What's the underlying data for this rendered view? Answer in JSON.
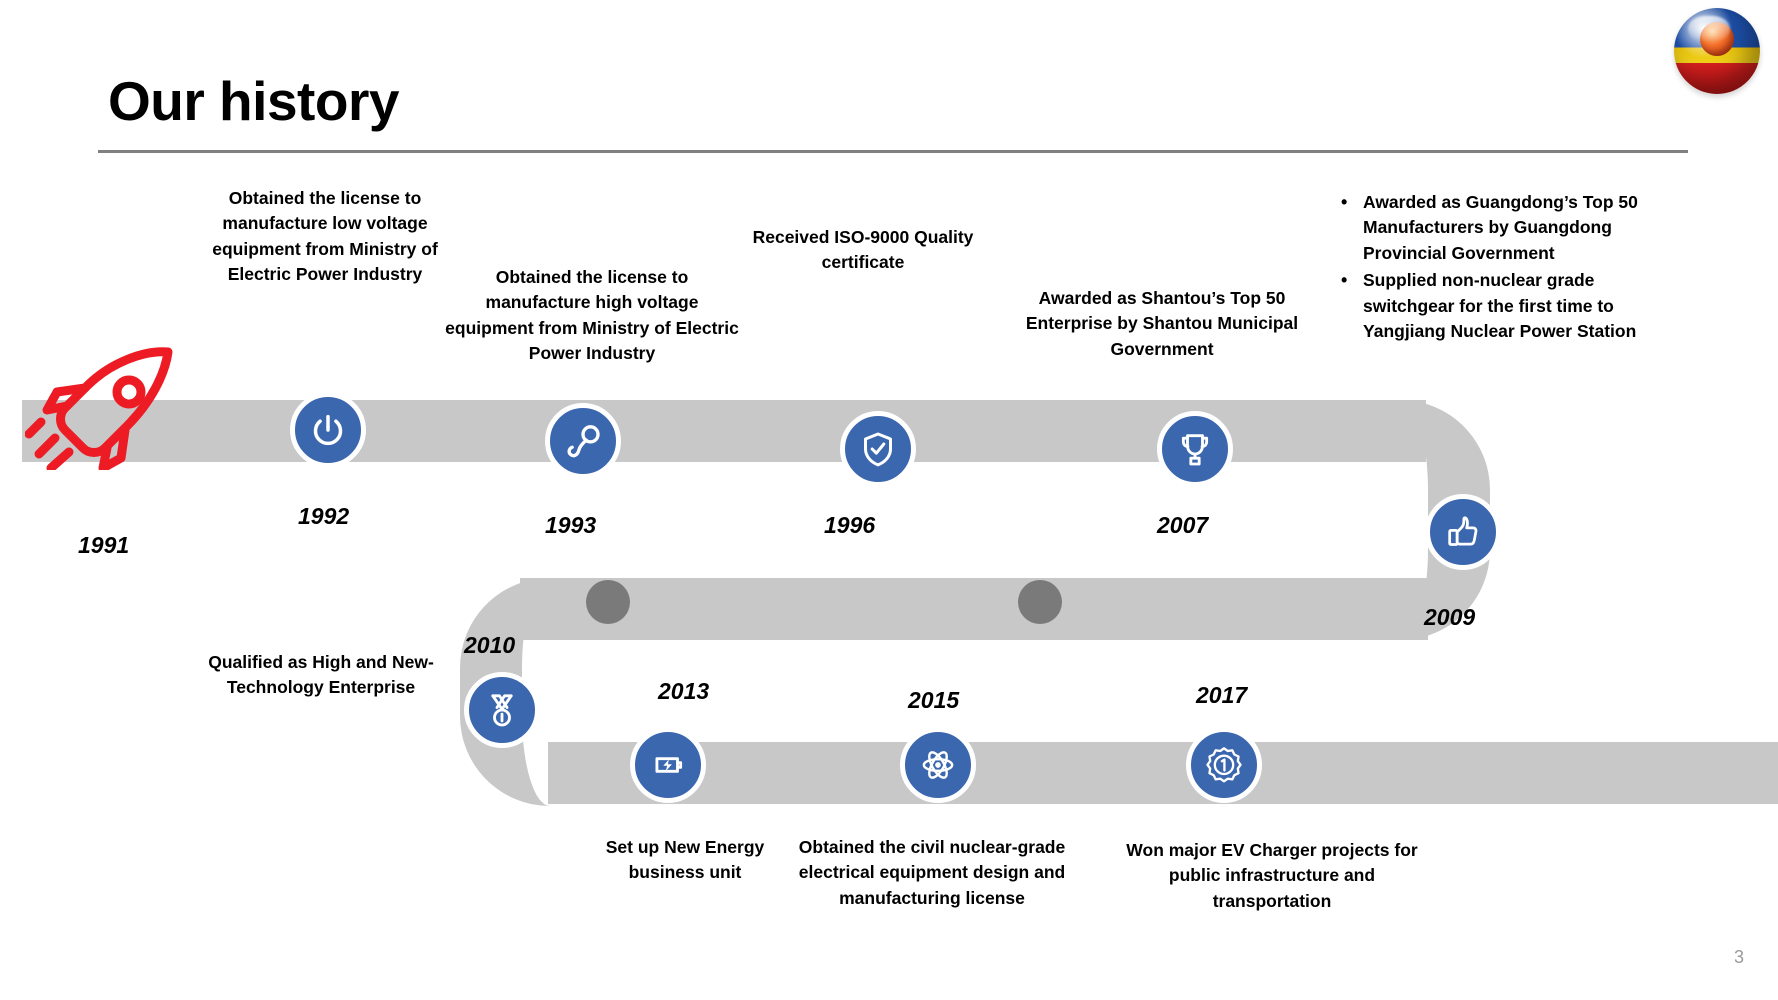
{
  "slide": {
    "title": "Our history",
    "page_number": "3",
    "logo_name": "company-sphere-logo",
    "accent_color": "#3b67ae",
    "track_color": "#c8c8c8",
    "rocket_color": "#ED1C24"
  },
  "milestones": [
    {
      "year": "1991",
      "icon": "rocket-icon",
      "caption": "",
      "caption_lines": []
    },
    {
      "year": "1992",
      "icon": "power-button-icon",
      "caption_lines": [
        "Obtained the license to",
        "manufacture low voltage",
        "equipment from Ministry of",
        "Electric Power Industry"
      ]
    },
    {
      "year": "1993",
      "icon": "wrench-icon",
      "caption_lines": [
        "Obtained the license to",
        "manufacture high voltage",
        "equipment from Ministry of Electric",
        "Power Industry"
      ]
    },
    {
      "year": "1996",
      "icon": "shield-check-icon",
      "caption_lines": [
        "Received ISO-9000 Quality",
        "certificate"
      ]
    },
    {
      "year": "2007",
      "icon": "trophy-icon",
      "caption_lines": [
        "Awarded as Shantou’s Top 50",
        "Enterprise by Shantou Municipal",
        "Government"
      ]
    },
    {
      "year": "2009",
      "icon": "thumbs-up-icon",
      "bullets": [
        "Awarded as Guangdong’s Top 50 Manufacturers by Guangdong Provincial Government",
        "Supplied non-nuclear grade switchgear for the first time to Yangjiang Nuclear Power Station"
      ]
    },
    {
      "year": "2010",
      "icon": "medal-ribbon-icon",
      "caption_lines": [
        "Qualified as High and New-",
        "Technology Enterprise"
      ]
    },
    {
      "year": "2013",
      "icon": "battery-charging-icon",
      "caption_lines": [
        "Set up New Energy",
        "business unit"
      ]
    },
    {
      "year": "2015",
      "icon": "atom-icon",
      "caption_lines": [
        "Obtained the civil nuclear-grade",
        "electrical equipment design and",
        "manufacturing license"
      ]
    },
    {
      "year": "2017",
      "icon": "award-badge-icon",
      "caption_lines": [
        "Won major EV Charger projects for",
        "public infrastructure and",
        "transportation"
      ]
    }
  ],
  "text": {
    "y1992_l1": "Obtained the license to",
    "y1992_l2": "manufacture low voltage",
    "y1992_l3": "equipment from Ministry of",
    "y1992_l4": "Electric Power Industry",
    "y1993_l1": "Obtained the license to",
    "y1993_l2": "manufacture high voltage",
    "y1993_l3": "equipment from Ministry of Electric",
    "y1993_l4": "Power Industry",
    "y1996_l1": "Received ISO-9000 Quality",
    "y1996_l2": "certificate",
    "y2007_l1": "Awarded as Shantou’s Top 50",
    "y2007_l2": "Enterprise by Shantou Municipal",
    "y2007_l3": "Government",
    "y2009_b1": "Awarded as Guangdong’s Top 50 Manufacturers by Guangdong Provincial Government",
    "y2009_b2": "Supplied non-nuclear grade switchgear for the first time to Yangjiang Nuclear Power Station",
    "y2010_l1": "Qualified as High and New-",
    "y2010_l2": "Technology Enterprise",
    "y2013_l1": "Set up New Energy",
    "y2013_l2": "business unit",
    "y2015_l1": "Obtained the civil nuclear-grade",
    "y2015_l2": "electrical equipment design and",
    "y2015_l3": "manufacturing license",
    "y2017_l1": "Won major EV Charger projects for",
    "y2017_l2": "public infrastructure and",
    "y2017_l3": "transportation",
    "bullet_glyph": "•"
  },
  "years": {
    "y1991": "1991",
    "y1992": "1992",
    "y1993": "1993",
    "y1996": "1996",
    "y2007": "2007",
    "y2009": "2009",
    "y2010": "2010",
    "y2013": "2013",
    "y2015": "2015",
    "y2017": "2017"
  }
}
